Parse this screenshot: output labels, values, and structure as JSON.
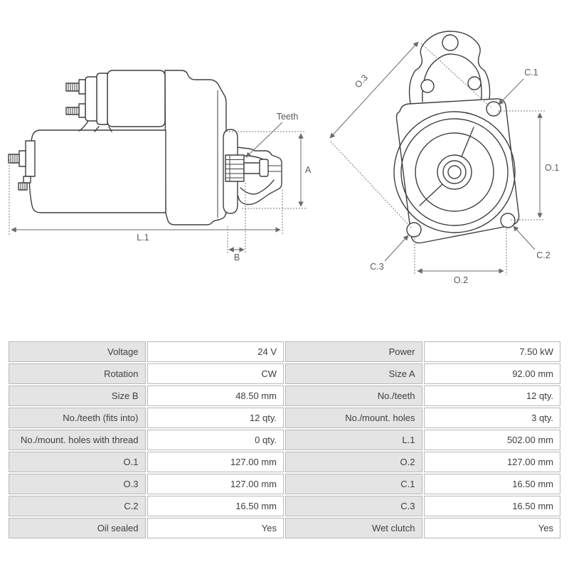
{
  "diagram": {
    "side_view": {
      "teeth_label": "Teeth",
      "dim_a": "A",
      "dim_l1": "L.1",
      "dim_b": "B"
    },
    "front_view": {
      "dim_o3": "O.3",
      "dim_o1": "O.1",
      "dim_o2": "O.2",
      "dim_c1": "C.1",
      "dim_c2": "C.2",
      "dim_c3": "C.3"
    }
  },
  "spec_table": {
    "rows": [
      {
        "label_left": "Voltage",
        "value_left": "24 V",
        "label_right": "Power",
        "value_right": "7.50 kW"
      },
      {
        "label_left": "Rotation",
        "value_left": "CW",
        "label_right": "Size A",
        "value_right": "92.00 mm"
      },
      {
        "label_left": "Size B",
        "value_left": "48.50 mm",
        "label_right": "No./teeth",
        "value_right": "12 qty."
      },
      {
        "label_left": "No./teeth (fits into)",
        "value_left": "12 qty.",
        "label_right": "No./mount. holes",
        "value_right": "3 qty."
      },
      {
        "label_left": "No./mount. holes with thread",
        "value_left": "0 qty.",
        "label_right": "L.1",
        "value_right": "502.00 mm"
      },
      {
        "label_left": "O.1",
        "value_left": "127.00 mm",
        "label_right": "O.2",
        "value_right": "127.00 mm"
      },
      {
        "label_left": "O.3",
        "value_left": "127.00 mm",
        "label_right": "C.1",
        "value_right": "16.50 mm"
      },
      {
        "label_left": "C.2",
        "value_left": "16.50 mm",
        "label_right": "C.3",
        "value_right": "16.50 mm"
      },
      {
        "label_left": "Oil sealed",
        "value_left": "Yes",
        "label_right": "Wet clutch",
        "value_right": "Yes"
      }
    ]
  },
  "colors": {
    "drawing_line": "#3f3f3f",
    "dimension_line": "#6a6a6a",
    "label_cell_bg": "#e4e4e4",
    "cell_border": "#b8b8b8",
    "table_text": "#3e3e3e"
  }
}
